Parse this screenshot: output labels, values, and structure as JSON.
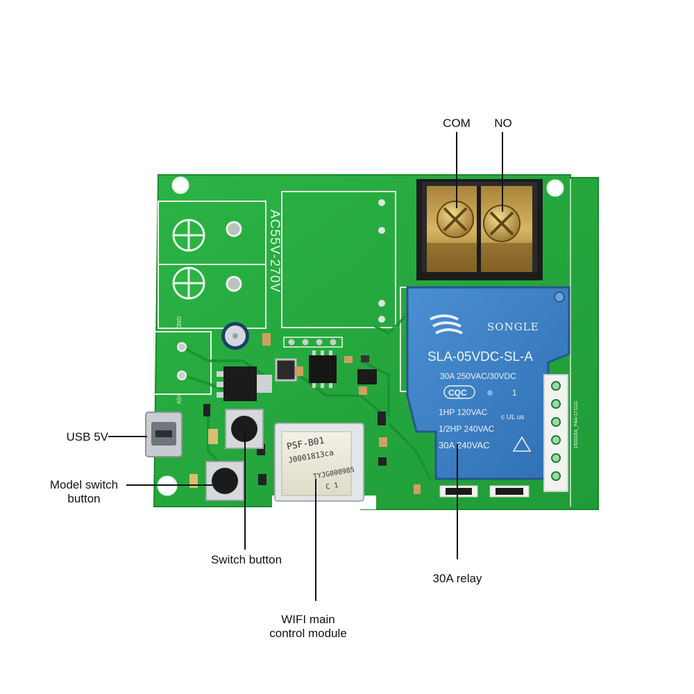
{
  "callouts": {
    "com": "COM",
    "no": "NO",
    "usb": "USB 5V",
    "model_switch_line1": "Model switch",
    "model_switch_line2": "button",
    "switch_button": "Switch button",
    "wifi_line1": "WIFI main",
    "wifi_line2": "control module",
    "relay": "30A relay"
  },
  "pcb": {
    "voltage_label": "AC55V-270V",
    "gnd_label": "GND",
    "plus5v_label": "+5V",
    "side_code": "150318A_P4A-171111"
  },
  "relay_markings": {
    "brand": "SONGLE",
    "model": "SLA-05VDC-SL-A",
    "rating1": "30A  250VAC/30VDC",
    "cqc": "CQC",
    "pin1": "1",
    "hp120": "1HP 120VAC",
    "hp240": "1/2HP 240VAC",
    "amps240": "30A 240VAC",
    "ul": "c UL us"
  },
  "wifi_module": {
    "line1": "PSF-B01",
    "line2": "J0001813ca",
    "line3": "TYJG000985",
    "line4": "C 1"
  },
  "colors": {
    "background": "#ffffff",
    "pcb_green": "#23a83c",
    "relay_blue": "#3d80c4",
    "terminal_brass": "#c9a24a",
    "terminal_black": "#1c1c1c"
  }
}
